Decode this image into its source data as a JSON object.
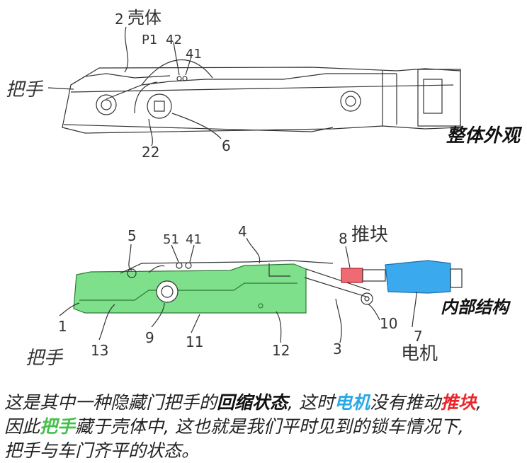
{
  "top_view": {
    "title": "整体外观",
    "labels": {
      "l2": "2",
      "l2_text": "壳体",
      "p1": "P1",
      "l42": "42",
      "l41": "41",
      "handle": "把手",
      "l22": "22",
      "l6": "6"
    }
  },
  "bottom_view": {
    "title": "内部结构",
    "labels": {
      "l5": "5",
      "l51": "51",
      "l41": "41",
      "l4": "4",
      "l8": "8",
      "l8_text": "推块",
      "l1": "1",
      "handle": "把手",
      "l13": "13",
      "l9": "9",
      "l11": "11",
      "l12": "12",
      "l3": "3",
      "l10": "10",
      "l7": "7",
      "motor": "电机"
    }
  },
  "caption": {
    "line1_a": "这是其中一种隐藏门把手的",
    "line1_b": "回缩状态",
    "line1_c": ", 这时",
    "line1_d": "电机",
    "line1_e": "没有推动",
    "line1_f": "推块",
    "line1_g": ",",
    "line2_a": "因此",
    "line2_b": "把手",
    "line2_c": "藏于壳体中, 这也就是我们平时见到的锁车情况下,",
    "line3_a": "把手与车门齐平的状态。"
  },
  "colors": {
    "line": "#333333",
    "handle_fill": "#7ee08a",
    "push_block": "#f06a72",
    "motor": "#3aa9ee",
    "caption_blue": "#28a8e6",
    "caption_red": "#e8262b",
    "caption_green": "#44c04a"
  }
}
